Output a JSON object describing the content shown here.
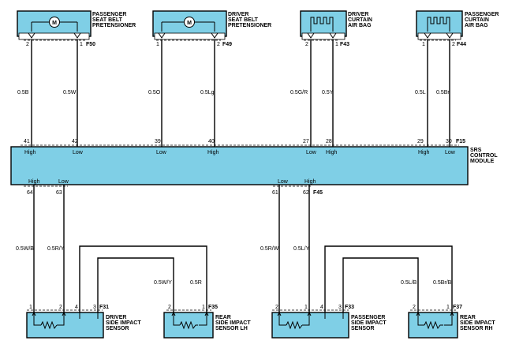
{
  "components": {
    "passenger_belt": {
      "lines": [
        "PASSENGER",
        "SEAT BELT",
        "PRETENSIONER"
      ],
      "motor": "M",
      "connector": "F50",
      "pins": [
        "2",
        "1"
      ]
    },
    "driver_belt": {
      "lines": [
        "DRIVER",
        "SEAT BELT",
        "PRETENSIONER"
      ],
      "motor": "M",
      "connector": "F49",
      "pins": [
        "1",
        "2"
      ]
    },
    "driver_curtain": {
      "lines": [
        "DRIVER",
        "CURTAIN",
        "AIR BAG"
      ],
      "connector": "F43",
      "pins": [
        "2",
        "1"
      ]
    },
    "passenger_curtain": {
      "lines": [
        "PASSENGER",
        "CURTAIN",
        "AIR BAG"
      ],
      "connector": "F44",
      "pins": [
        "1",
        "2"
      ]
    },
    "srs_module": {
      "lines": [
        "SRS",
        "CONTROL",
        "MODULE"
      ],
      "connector_top": "F15",
      "connector_bottom": "F45"
    },
    "driver_side_sensor": {
      "lines": [
        "DRIVER",
        "SIDE IMPACT",
        "SENSOR"
      ],
      "connector": "F31",
      "pins": [
        "1",
        "2",
        "4",
        "3"
      ]
    },
    "rear_lh_sensor": {
      "lines": [
        "REAR",
        "SIDE IMPACT",
        "SENSOR LH"
      ],
      "connector": "F35",
      "pins": [
        "2",
        "1"
      ]
    },
    "passenger_side_sensor": {
      "lines": [
        "PASSENGER",
        "SIDE IMPACT",
        "SENSOR"
      ],
      "connector": "F33",
      "pins": [
        "2",
        "1",
        "4",
        "3"
      ]
    },
    "rear_rh_sensor": {
      "lines": [
        "REAR",
        "SIDE IMPACT",
        "SENSOR RH"
      ],
      "connector": "F37",
      "pins": [
        "2",
        "1"
      ]
    }
  },
  "top_wires": [
    "0.5B",
    "0.5W",
    "0.5O",
    "0.5Lg",
    "0.5G/R",
    "0.5Y",
    "0.5L",
    "0.5Br"
  ],
  "top_pins": [
    "41",
    "42",
    "39",
    "40",
    "27",
    "28",
    "29",
    "30"
  ],
  "top_hl": [
    "High",
    "Low",
    "Low",
    "High",
    "Low",
    "High",
    "High",
    "Low"
  ],
  "bottom_pins": [
    "64",
    "63",
    "61",
    "62"
  ],
  "bottom_hl": [
    "High",
    "Low",
    "Low",
    "High"
  ],
  "bottom_wires": [
    "0.5W/B",
    "0.5R/Y",
    "0.5R/W",
    "0.5L/Y"
  ],
  "sensor_wires": [
    "0.5W/Y",
    "0.5R",
    "0.5L/B",
    "0.5Br/B"
  ]
}
